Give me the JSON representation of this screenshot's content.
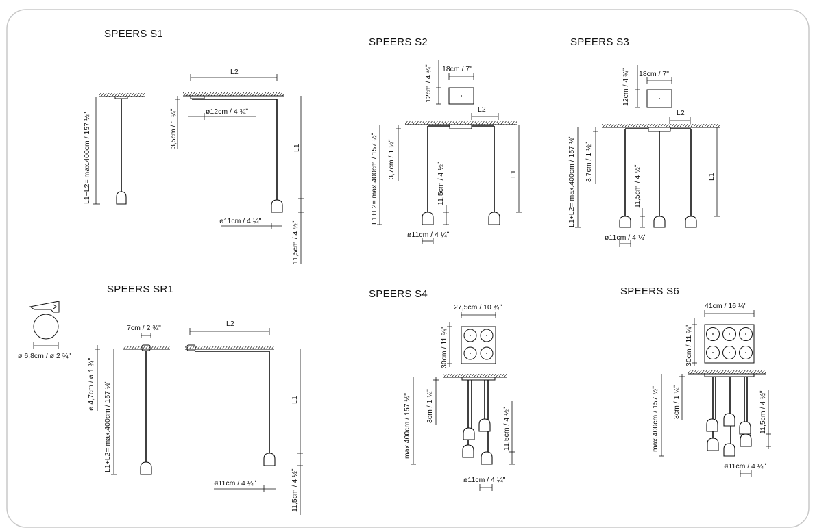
{
  "titles": {
    "s1": "SPEERS S1",
    "s2": "SPEERS S2",
    "s3": "SPEERS S3",
    "sr1": "SPEERS SR1",
    "s4": "SPEERS S4",
    "s6": "SPEERS S6"
  },
  "labels": {
    "l1": "L1",
    "l2": "L2",
    "total_400": "L1+L2= max.400cm / 157 ½ʺ",
    "max_400": "max.400cm / 157 ½ʺ",
    "d12": "ø12cm / 4 ¾ʺ",
    "d11": "ø11cm / 4 ¼ʺ",
    "h115": "11,5cm / 4 ½ʺ",
    "h35": "3,5cm / 1 ¼ʺ",
    "h37": "3,7cm / 1 ½ʺ",
    "h3": "3cm / 1 ¼ʺ",
    "w18": "18cm / 7ʺ",
    "h12": "12cm / 4 ¾ʺ",
    "w7": "7cm / 2 ¾ʺ",
    "d68": "ø 6,8cm / ø 2 ¾ʺ",
    "d47": "ø 4,7cm / ø 1 ¾ʺ",
    "w275": "27,5cm / 10 ¾ʺ",
    "h30": "30cm / 11 ¾ʺ",
    "w41": "41cm / 16 ¼ʺ"
  }
}
